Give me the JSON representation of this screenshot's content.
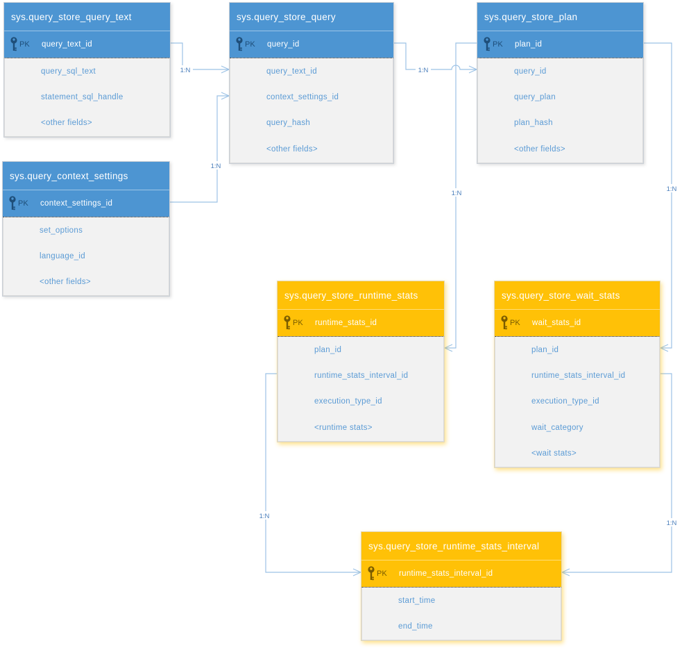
{
  "diagram": {
    "type": "entity-relationship",
    "colors": {
      "blue_header": "#4D95D2",
      "orange_header": "#FFC107",
      "body_background": "#F2F2F2",
      "field_text": "#5B9BD5",
      "pk_text_blue": "#1E4E79",
      "pk_text_orange": "#7A5C00",
      "connector": "#9CC2E5"
    }
  },
  "tables": [
    {
      "title": "sys.query_store_query_text",
      "theme": "blue",
      "pk_label": "PK",
      "pk_field": "query_text_id",
      "fields": [
        "query_sql_text",
        "statement_sql_handle",
        "<other fields>"
      ]
    },
    {
      "title": "sys.query_store_query",
      "theme": "blue",
      "pk_label": "PK",
      "pk_field": "query_id",
      "fields": [
        "query_text_id",
        "context_settings_id",
        "query_hash",
        "<other fields>"
      ]
    },
    {
      "title": "sys.query_store_plan",
      "theme": "blue",
      "pk_label": "PK",
      "pk_field": "plan_id",
      "fields": [
        "query_id",
        "query_plan",
        "plan_hash",
        "<other fields>"
      ]
    },
    {
      "title": "sys.query_context_settings",
      "theme": "blue",
      "pk_label": "PK",
      "pk_field": "context_settings_id",
      "fields": [
        "set_options",
        "language_id",
        "<other fields>"
      ]
    },
    {
      "title": "sys.query_store_runtime_stats",
      "theme": "orange",
      "pk_label": "PK",
      "pk_field": "runtime_stats_id",
      "fields": [
        "plan_id",
        "runtime_stats_interval_id",
        "execution_type_id",
        "<runtime stats>"
      ]
    },
    {
      "title": "sys.query_store_wait_stats",
      "theme": "orange",
      "pk_label": "PK",
      "pk_field": "wait_stats_id",
      "fields": [
        "plan_id",
        "runtime_stats_interval_id",
        "execution_type_id",
        "wait_category",
        "<wait stats>"
      ]
    },
    {
      "title": "sys.query_store_runtime_stats_interval",
      "theme": "orange",
      "pk_label": "PK",
      "pk_field": "runtime_stats_interval_id",
      "fields": [
        "start_time",
        "end_time"
      ]
    }
  ],
  "connectors": [
    {
      "label": "1:N",
      "from": "sys.query_store_query_text.query_text_id",
      "to": "sys.query_store_query.query_text_id"
    },
    {
      "label": "1:N",
      "from": "sys.query_context_settings.context_settings_id",
      "to": "sys.query_store_query.context_settings_id"
    },
    {
      "label": "1:N",
      "from": "sys.query_store_query.query_id",
      "to": "sys.query_store_plan.query_id"
    },
    {
      "label": "1:N",
      "from": "sys.query_store_plan.plan_id",
      "to": "sys.query_store_runtime_stats.plan_id"
    },
    {
      "label": "1:N",
      "from": "sys.query_store_plan.plan_id",
      "to": "sys.query_store_wait_stats.plan_id"
    },
    {
      "label": "1:N",
      "from": "sys.query_store_runtime_stats_interval.runtime_stats_interval_id",
      "to": "sys.query_store_runtime_stats.runtime_stats_interval_id"
    },
    {
      "label": "1:N",
      "from": "sys.query_store_runtime_stats_interval.runtime_stats_interval_id",
      "to": "sys.query_store_wait_stats.runtime_stats_interval_id"
    }
  ]
}
